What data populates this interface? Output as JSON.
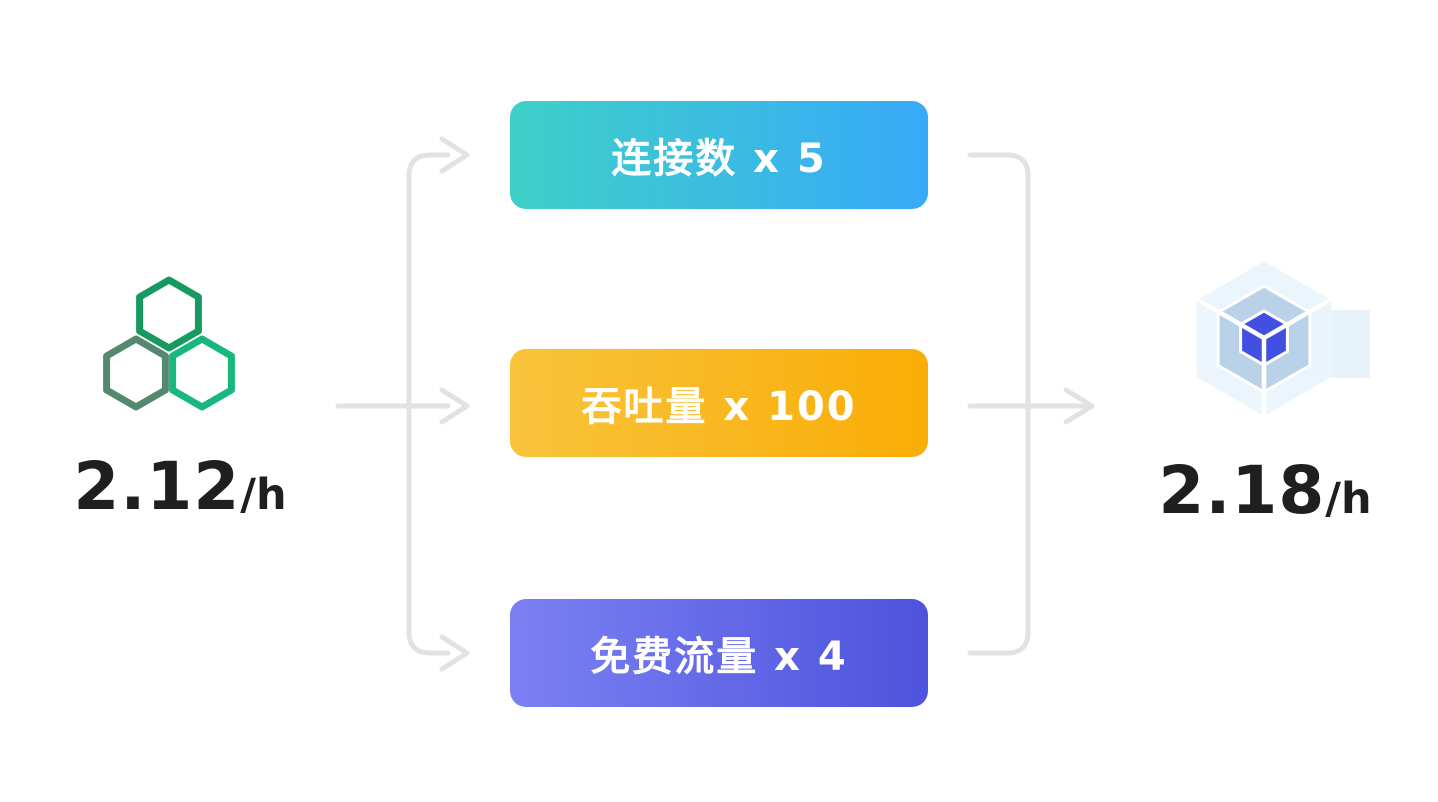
{
  "source": {
    "icon": "hexagon-cluster",
    "value": "2.12",
    "unit": "/h"
  },
  "target": {
    "icon": "nested-cube",
    "value": "2.18",
    "unit": "/h"
  },
  "factors": [
    {
      "label": "连接数 x 5",
      "gradient_from": "#3ED0C8",
      "gradient_to": "#38A9F8"
    },
    {
      "label": "吞吐量 x 100",
      "gradient_from": "#F9C33C",
      "gradient_to": "#F9AD06"
    },
    {
      "label": "免费流量 x 4",
      "gradient_from": "#7B81F2",
      "gradient_to": "#4D53DC"
    }
  ],
  "colors": {
    "connector": "#E2E2E2",
    "value_text": "#1F1F1F",
    "hexagon_top": "#169A60",
    "hexagon_bottom_left": "#55896F",
    "hexagon_bottom_right": "#17B77E",
    "cube_outer": "#E9F4FB",
    "cube_backdrop_square": "#D6EBF7",
    "cube_middle": "#B9D2EA",
    "cube_inner": "#4150E0"
  }
}
